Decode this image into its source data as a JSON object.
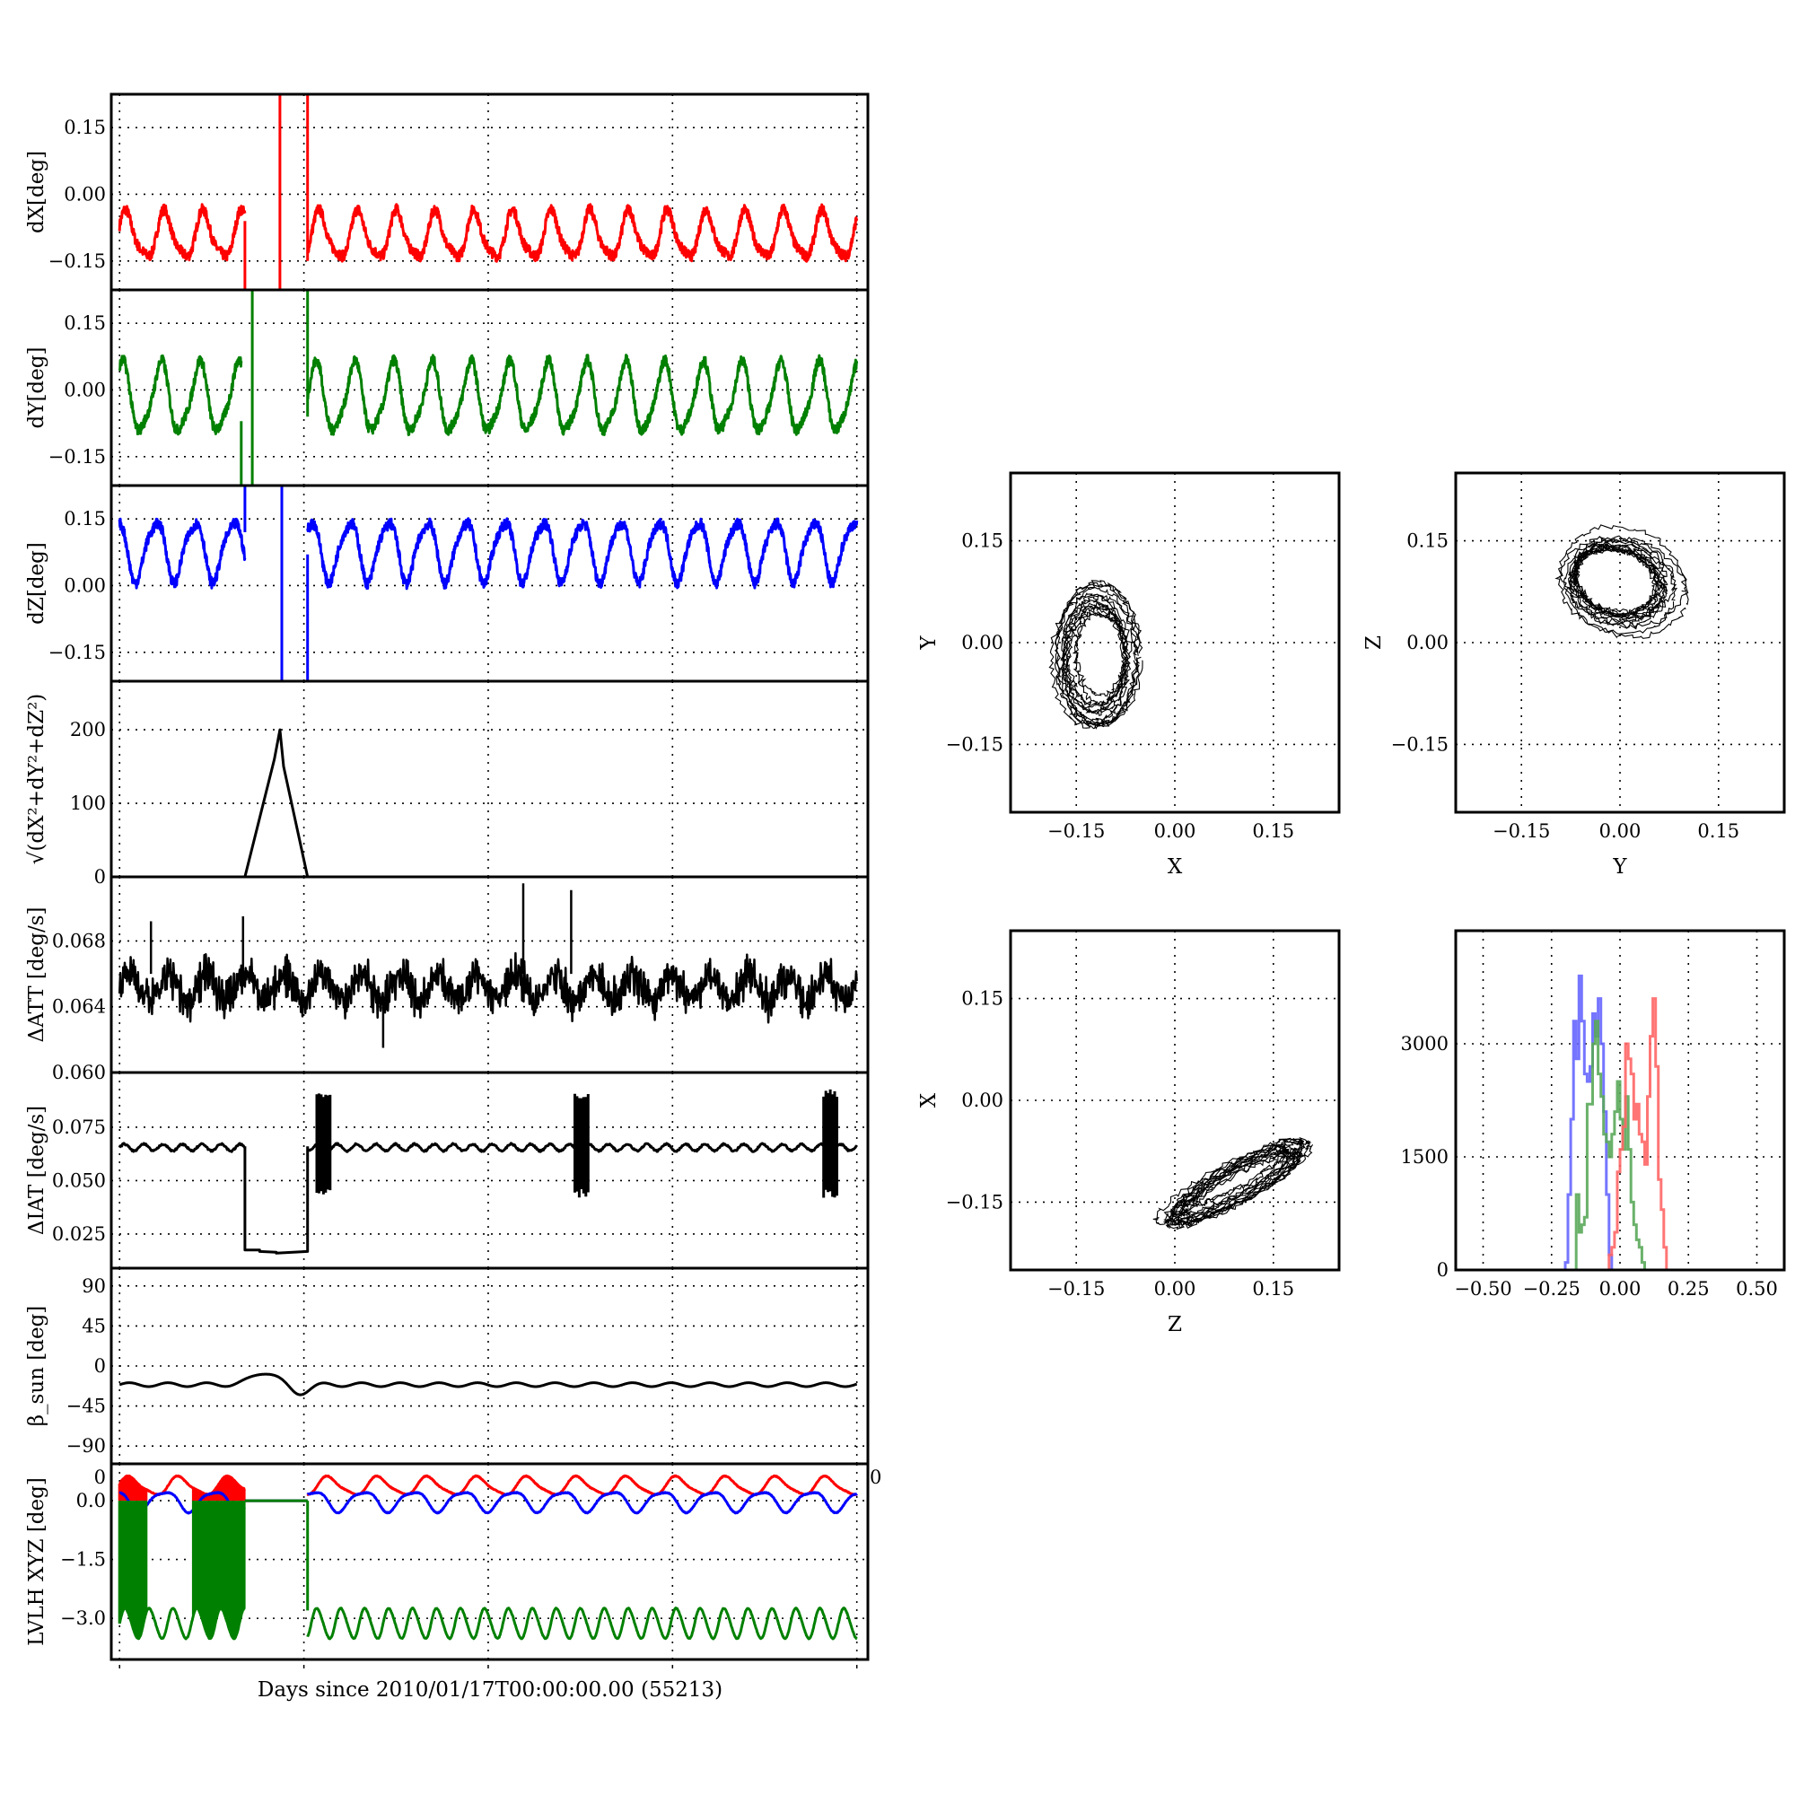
{
  "chart_data": [
    {
      "type": "line",
      "xlabel": "Days since 2010/01/17T00:00:00.00 (55213)",
      "xlim": [
        -0.045,
        4.06
      ],
      "xgrid": [
        0,
        1,
        2,
        3,
        4
      ],
      "edge_tick_labels": [
        "0",
        "0"
      ],
      "panels": [
        {
          "id": "dX",
          "ylabel": "dX[deg]",
          "ylim": [
            -0.215,
            0.225
          ],
          "yticks": [
            -0.15,
            0,
            0.15
          ],
          "ytick_labels": [
            "−0.15",
            "0.00",
            "0.15"
          ],
          "series": [
            {
              "name": "dX",
              "color": "#ff0000",
              "model": {
                "mean": -0.095,
                "amp": 0.05,
                "period": 0.21,
                "phase": 0.5,
                "harm": 0.012,
                "noise": 0.012
              },
              "ranges": [
                [
                  0,
                  0.68
                ],
                [
                  1.02,
                  4
                ]
              ],
              "verticals": [
                [
                  0.68,
                  -0.06,
                  -0.215
                ],
                [
                  0.87,
                  -0.215,
                  0.225
                ],
                [
                  1.02,
                  0.225,
                  -0.15
                ]
              ]
            }
          ]
        },
        {
          "id": "dY",
          "ylabel": "dY[deg]",
          "ylim": [
            -0.215,
            0.225
          ],
          "yticks": [
            -0.15,
            0,
            0.15
          ],
          "ytick_labels": [
            "−0.15",
            "0.00",
            "0.15"
          ],
          "series": [
            {
              "name": "dY",
              "color": "#008000",
              "model": {
                "mean": -0.02,
                "amp": 0.075,
                "period": 0.21,
                "phase": 1.2,
                "harm": 0.015,
                "noise": 0.012
              },
              "ranges": [
                [
                  0,
                  0.66
                ],
                [
                  1.02,
                  4
                ]
              ],
              "verticals": [
                [
                  0.66,
                  -0.07,
                  -0.215
                ],
                [
                  0.72,
                  -0.215,
                  0.225
                ],
                [
                  1.02,
                  0.225,
                  -0.06
                ]
              ]
            }
          ]
        },
        {
          "id": "dZ",
          "ylabel": "dZ[deg]",
          "ylim": [
            -0.215,
            0.225
          ],
          "yticks": [
            -0.15,
            0,
            0.15
          ],
          "ytick_labels": [
            "−0.15",
            "0.00",
            "0.15"
          ],
          "series": [
            {
              "name": "dZ",
              "color": "#0000ff",
              "model": {
                "mean": 0.08,
                "amp": 0.065,
                "period": 0.21,
                "phase": 2.0,
                "harm": 0.012,
                "noise": 0.012
              },
              "ranges": [
                [
                  0,
                  0.68
                ],
                [
                  1.02,
                  4
                ]
              ],
              "verticals": [
                [
                  0.68,
                  0.12,
                  0.225
                ],
                [
                  0.88,
                  0.225,
                  -0.215
                ],
                [
                  1.02,
                  -0.215,
                  0.07
                ]
              ]
            }
          ]
        },
        {
          "id": "norm",
          "ylabel": "√(dX²+dY²+dZ²)",
          "ylim": [
            0,
            266
          ],
          "yticks": [
            0,
            100,
            200
          ],
          "ytick_labels": [
            "0",
            "100",
            "200"
          ],
          "series": [
            {
              "name": "norm",
              "color": "#000000",
              "points": [
                [
                  0.68,
                  0
                ],
                [
                  0.84,
                  160
                ],
                [
                  0.87,
                  200
                ],
                [
                  0.89,
                  150
                ],
                [
                  1.02,
                  0
                ]
              ]
            }
          ]
        },
        {
          "id": "datt",
          "ylabel": "ΔATT [deg/s]",
          "ylim": [
            0.06,
            0.0719
          ],
          "yticks": [
            0.06,
            0.064,
            0.068
          ],
          "ytick_labels": [
            "0.060",
            "0.064",
            "0.068"
          ],
          "series": [
            {
              "name": "ΔATT",
              "color": "#000000",
              "model": {
                "mean": 0.0652,
                "amp": 0.0008,
                "period": 0.21,
                "phase": 0,
                "harm": 0,
                "noise": 0.0006,
                "alt": 0.0009,
                "step": 0.004
              },
              "ranges": [
                [
                  0,
                  4
                ]
              ],
              "verticals": [
                [
                  0.17,
                  0.066,
                  0.0692
                ],
                [
                  0.67,
                  0.066,
                  0.0695
                ],
                [
                  1.43,
                  0.064,
                  0.0615
                ],
                [
                  2.19,
                  0.066,
                  0.0715
                ],
                [
                  2.45,
                  0.066,
                  0.0711
                ]
              ]
            }
          ]
        },
        {
          "id": "diat",
          "ylabel": "ΔIAT [deg/s]",
          "ylim": [
            0.009,
            0.1006
          ],
          "yticks": [
            0.025,
            0.05,
            0.075
          ],
          "ytick_labels": [
            "0.025",
            "0.050",
            "0.075"
          ],
          "series": [
            {
              "name": "ΔIAT",
              "color": "#000000",
              "model": {
                "mean": 0.0655,
                "amp": 0.0016,
                "period": 0.105,
                "phase": 0,
                "harm": 0,
                "noise": 0.0004,
                "step": 0.004
              },
              "ranges": [
                [
                  0,
                  0.68
                ],
                [
                  1.02,
                  4
                ]
              ],
              "points": [
                [
                  0.68,
                  0.066
                ],
                [
                  0.68,
                  0.0175
                ],
                [
                  0.76,
                  0.0175
                ],
                [
                  0.76,
                  0.0168
                ],
                [
                  0.85,
                  0.0165
                ],
                [
                  0.85,
                  0.016
                ],
                [
                  1.02,
                  0.0168
                ],
                [
                  1.02,
                  0.066
                ]
              ],
              "clusters": [
                [
                  1.07,
                  1.15,
                  0.042,
                  0.093
                ],
                [
                  2.47,
                  2.55,
                  0.042,
                  0.091
                ],
                [
                  3.82,
                  3.9,
                  0.042,
                  0.093
                ]
              ]
            }
          ]
        },
        {
          "id": "beta",
          "ylabel": "β_sun [deg]",
          "ylim": [
            -110,
            110
          ],
          "yticks": [
            -90,
            -45,
            0,
            45,
            90
          ],
          "ytick_labels": [
            "−90",
            "−45",
            "0",
            "45",
            "90"
          ],
          "series": [
            {
              "name": "β_sun",
              "color": "#000000",
              "model": {
                "mean": -21,
                "amp": 2.2,
                "period": 0.21,
                "phase": 0,
                "harm": 0,
                "noise": 0
              },
              "ranges": [
                [
                  0,
                  4
                ]
              ],
              "bumps": [
                [
                  0.79,
                  14,
                  0.07
                ],
                [
                  0.97,
                  -10,
                  0.05
                ]
              ]
            }
          ]
        },
        {
          "id": "lvlh",
          "ylabel": "LVLH XYZ [deg]",
          "ylim": [
            -4.05,
            0.94
          ],
          "yticks": [
            -3,
            -1.5,
            0
          ],
          "ytick_labels": [
            "−3.0",
            "−1.5",
            "0.0"
          ],
          "series": [
            {
              "name": "X",
              "color": "#ff0000",
              "model": {
                "mean": 0.37,
                "amp": 0.22,
                "period": 0.27,
                "phase": 0.3,
                "harm": 0.05,
                "noise": 0.01
              },
              "ranges": [
                [
                  0,
                  0.68
                ],
                [
                  1.02,
                  4
                ]
              ],
              "const": [
                [
                  0.68,
                  1.02,
                  0
                ]
              ],
              "fill": [
                [
                  0,
                  0.15
                ],
                [
                  0.4,
                  0.68
                ]
              ]
            },
            {
              "name": "Z",
              "color": "#0000ff",
              "model": {
                "mean": 0,
                "amp": 0.25,
                "period": 0.27,
                "phase": 2.2,
                "harm": 0.06,
                "noise": 0.01
              },
              "ranges": [
                [
                  0,
                  0.68
                ],
                [
                  1.02,
                  4
                ]
              ],
              "const": [
                [
                  0.68,
                  1.02,
                  0
                ]
              ]
            },
            {
              "name": "Y",
              "color": "#008000",
              "model": {
                "mean": -3.13,
                "amp": 0.38,
                "period": 0.13,
                "phase": 0,
                "harm": 0.03,
                "noise": 0.01
              },
              "ranges": [
                [
                  0,
                  0.68
                ],
                [
                  1.02,
                  4
                ]
              ],
              "const": [
                [
                  0.68,
                  1.02,
                  0
                ]
              ],
              "toggle": [
                [
                  0,
                  0.15
                ],
                [
                  0.4,
                  0.68
                ]
              ],
              "verticals": [
                [
                  1.02,
                  0,
                  -2.8
                ]
              ]
            }
          ]
        }
      ]
    },
    {
      "type": "scatter",
      "xlabel": "X",
      "ylabel": "Y",
      "xlim": [
        -0.25,
        0.25
      ],
      "ylim": [
        -0.25,
        0.25
      ],
      "ticks": [
        -0.15,
        0,
        0.15
      ],
      "tick_labels": [
        "−0.15",
        "0.00",
        "0.15"
      ],
      "cloud": {
        "center": [
          -0.12,
          -0.02
        ],
        "radii": [
          0.05,
          0.085
        ],
        "rotation_deg": 0,
        "loops": 14
      }
    },
    {
      "type": "scatter",
      "xlabel": "Y",
      "ylabel": "Z",
      "xlim": [
        -0.25,
        0.25
      ],
      "ylim": [
        -0.25,
        0.25
      ],
      "ticks": [
        -0.15,
        0,
        0.15
      ],
      "tick_labels": [
        "−0.15",
        "0.00",
        "0.15"
      ],
      "cloud": {
        "center": [
          0.0,
          0.09
        ],
        "radii": [
          0.08,
          0.06
        ],
        "rotation_deg": -15,
        "loops": 14
      }
    },
    {
      "type": "scatter",
      "xlabel": "Z",
      "ylabel": "X",
      "xlim": [
        -0.25,
        0.25
      ],
      "ylim": [
        -0.25,
        0.25
      ],
      "ticks": [
        -0.15,
        0,
        0.15
      ],
      "tick_labels": [
        "−0.15",
        "0.00",
        "0.15"
      ],
      "cloud": {
        "center": [
          0.09,
          -0.12
        ],
        "radii": [
          0.1,
          0.02
        ],
        "rotation_deg": 28,
        "loops": 14
      }
    },
    {
      "type": "bar",
      "subtype": "histogram",
      "xlim": [
        -0.6,
        0.6
      ],
      "ylim": [
        0,
        4500
      ],
      "xticks": [
        -0.5,
        -0.25,
        0,
        0.25,
        0.5
      ],
      "xtick_labels": [
        "−0.50",
        "−0.25",
        "0.00",
        "0.25",
        "0.50"
      ],
      "yticks": [
        0,
        1500,
        3000
      ],
      "ytick_labels": [
        "0",
        "1500",
        "3000"
      ],
      "bin_width": 0.01,
      "series": [
        {
          "name": "Z",
          "color": "#6666ff",
          "start": -0.2,
          "values": [
            100,
            1000,
            2000,
            3300,
            2800,
            3900,
            3300,
            2600,
            2500,
            2700,
            3400,
            3100,
            3600,
            3000,
            2100,
            1000,
            200,
            0
          ]
        },
        {
          "name": "Y",
          "color": "#5aa85a",
          "start": -0.16,
          "values": [
            1000,
            500,
            600,
            700,
            2200,
            2200,
            3000,
            3300,
            2600,
            2300,
            1800,
            1700,
            1500,
            1800,
            2100,
            2500,
            2000,
            1600,
            2300,
            1600,
            900,
            600,
            400,
            300,
            100,
            0
          ]
        },
        {
          "name": "X",
          "color": "#ff6666",
          "start": -0.04,
          "values": [
            200,
            300,
            500,
            1300,
            1600,
            1900,
            3000,
            2800,
            2600,
            2000,
            2200,
            1800,
            1700,
            1400,
            2300,
            3100,
            3600,
            2700,
            1200,
            800,
            300,
            0
          ]
        }
      ]
    }
  ]
}
